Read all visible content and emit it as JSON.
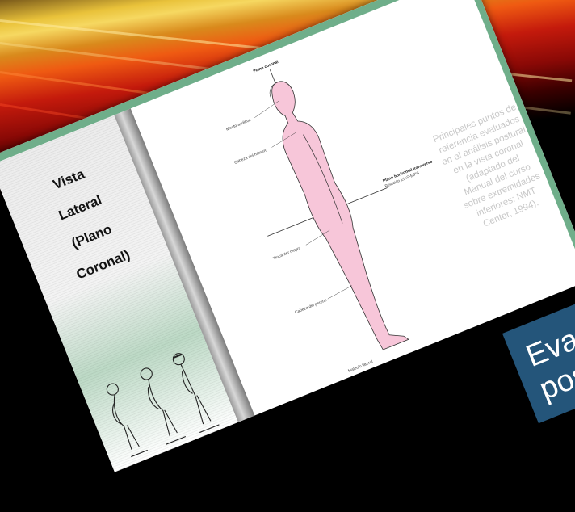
{
  "slide": {
    "side_title": [
      "Vista",
      "Lateral",
      "(Plano",
      "Coronal)"
    ],
    "caption_lines": [
      "Principales puntos de",
      "referencia evaluados",
      "en el análisis postural",
      "en la vista coronal",
      "(adaptado del",
      "Manual del curso",
      "sobre extremidades",
      "inferiores: NMT",
      "Center, 1994)."
    ],
    "diagram_labels": {
      "coronal_plane": "Plano coronal",
      "ear": "Meato auditivo",
      "humerus": "Cabeza del húmero",
      "transverse_plane": "Plano horizontal transverso",
      "relation": "Relación EIAS-EIPS",
      "trochanter": "Trocánter mayor",
      "fibula": "Cabeza del peroné",
      "malleolus": "Maleolo lateral"
    }
  },
  "title_box": {
    "text_line1": "Eva",
    "text_line2": "pos"
  },
  "colors": {
    "frame_green": "#6fae8a",
    "title_box_blue": "#24557a",
    "figure_pink": "#f7c6d9"
  }
}
